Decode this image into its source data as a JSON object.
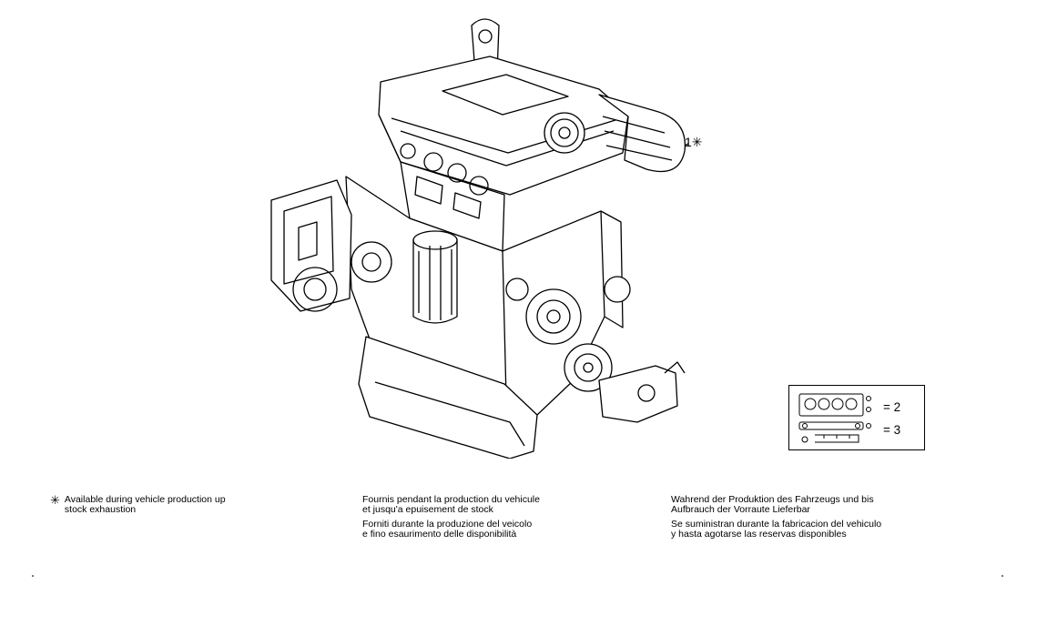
{
  "figure": {
    "callout": {
      "number": "1",
      "symbol": "✳"
    },
    "legend": {
      "rows": [
        {
          "icon": "cylinder-head-gasket-icon",
          "value": "= 2"
        },
        {
          "icon": "manifold-gasket-icon",
          "value": "= 3"
        }
      ]
    }
  },
  "notes": {
    "symbol": "✳",
    "english": "Available during vehicle production up\nstock exhaustion",
    "french": "Fournis pendant la production du vehicule\net jusqu'a epuisement de stock",
    "italian": "Forniti durante la produzione del veicolo\ne fino esaurimento delle disponibilità",
    "german": "Wahrend der Produktion des Fahrzeugs und bis\nAufbrauch der Vorraute Lieferbar",
    "spanish": "Se suministran durante la fabricacion del vehiculo\ny hasta agotarse las reservas disponibles"
  },
  "colors": {
    "line": "#000000",
    "background": "#ffffff"
  }
}
